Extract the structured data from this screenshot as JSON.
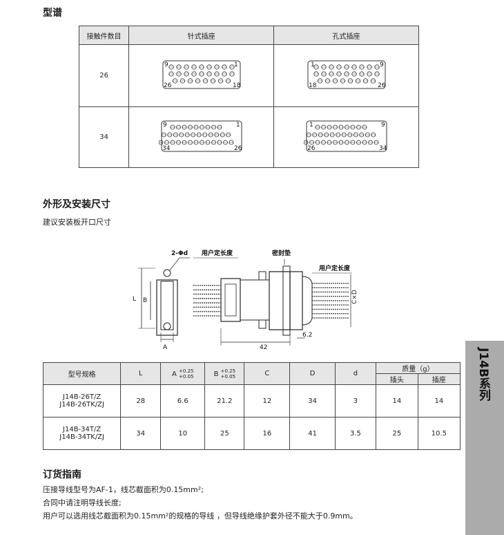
{
  "section1": {
    "title": "型谱",
    "headers": [
      "接触件数目",
      "针式插座",
      "孔式插座"
    ],
    "rows": [
      {
        "count": "26",
        "pin_labels": [
          "9",
          "1",
          "26",
          "18"
        ],
        "socket_labels": [
          "1",
          "9",
          "18",
          "26"
        ]
      },
      {
        "count": "34",
        "pin_labels": [
          "9",
          "1",
          "34",
          "26"
        ],
        "socket_labels": [
          "1",
          "9",
          "26",
          "34"
        ]
      }
    ]
  },
  "section2": {
    "title": "外形及安装尺寸",
    "subtitle": "建议安装板开口尺寸",
    "diagram_labels": {
      "phi_d": "2-Φd",
      "user_length_1": "用户定长度",
      "gasket": "密封垫",
      "user_length_2": "用户定长度",
      "L": "L",
      "B": "B",
      "A": "A",
      "CD": "C×D",
      "dim_42": "42",
      "dim_62": "6.2"
    }
  },
  "spec_table": {
    "headers": {
      "model": "型号规格",
      "L": "L",
      "A": "A",
      "A_tol_up": "+0.25",
      "A_tol_down": "+0.05",
      "B": "B",
      "B_tol_up": "+0.25",
      "B_tol_down": "+0.05",
      "C": "C",
      "D": "D",
      "d": "d",
      "mass": "质量（g）",
      "plug": "插头",
      "socket": "插座"
    },
    "rows": [
      {
        "model1": "J14B-26T/Z",
        "model2": "J14B-26TK/ZJ",
        "L": "28",
        "A": "6.6",
        "B": "21.2",
        "C": "12",
        "D": "34",
        "d": "3",
        "plug": "14",
        "socket": "14"
      },
      {
        "model1": "J14B-34T/Z",
        "model2": "J14B-34TK/ZJ",
        "L": "34",
        "A": "10",
        "B": "25",
        "C": "16",
        "D": "41",
        "d": "3.5",
        "plug": "25",
        "socket": "10.5"
      }
    ]
  },
  "section3": {
    "title": "订货指南",
    "line1": "压接导线型号为AF-1，线芯截面积为0.15mm²;",
    "line2": "合同中请注明导线长度;",
    "line3": "用户可以选用线芯截面积为0.15mm²的规格的导线 ，但导线绝缘护套外径不能大于0.9mm。"
  },
  "sidebar": {
    "label": "J14B系列"
  }
}
